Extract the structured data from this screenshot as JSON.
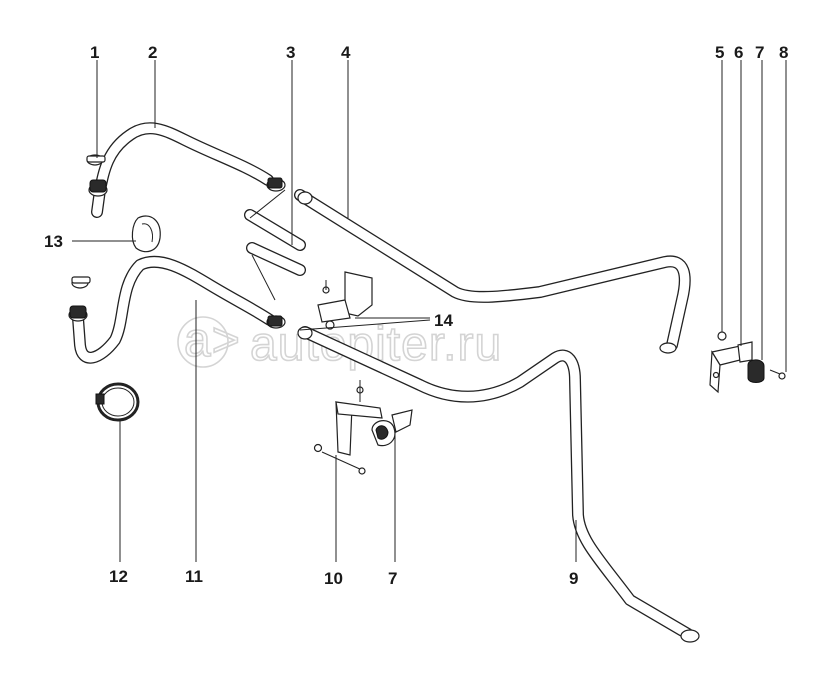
{
  "watermark": {
    "text": "autopiter.ru",
    "logo_glyph": "a>"
  },
  "callouts": [
    {
      "id": "c1",
      "label": "1"
    },
    {
      "id": "c2",
      "label": "2"
    },
    {
      "id": "c3",
      "label": "3"
    },
    {
      "id": "c4",
      "label": "4"
    },
    {
      "id": "c5",
      "label": "5"
    },
    {
      "id": "c6",
      "label": "6"
    },
    {
      "id": "c7a",
      "label": "7"
    },
    {
      "id": "c8",
      "label": "8"
    },
    {
      "id": "c9",
      "label": "9"
    },
    {
      "id": "c10",
      "label": "10"
    },
    {
      "id": "c11",
      "label": "11"
    },
    {
      "id": "c12",
      "label": "12"
    },
    {
      "id": "c13",
      "label": "13"
    },
    {
      "id": "c14",
      "label": "14"
    },
    {
      "id": "c7b",
      "label": "7"
    }
  ],
  "colors": {
    "line": "#222222",
    "watermark": "#d4d4d4",
    "background": "#ffffff"
  }
}
